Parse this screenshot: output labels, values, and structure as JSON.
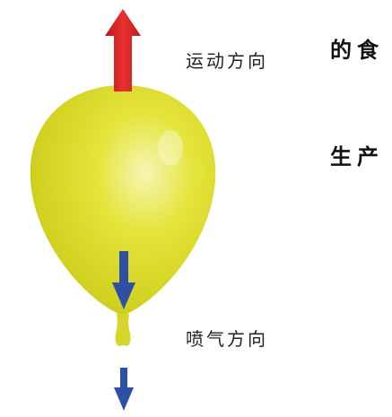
{
  "labels": {
    "motion_direction": "运动方向",
    "exhaust_direction": "喷气方向"
  },
  "cropped_text": {
    "top_right": "的食",
    "mid_right": "生产"
  },
  "icons": {
    "up_arrow": "red-up-arrow-icon",
    "down_arrows": "blue-down-arrow-icon",
    "balloon": "yellow-balloon"
  },
  "colors": {
    "up_arrow": "#e12a2a",
    "down_arrow": "#2f4fa6",
    "balloon": "#dcdc32",
    "balloon_highlight": "#f4f4a8",
    "balloon_shadow": "#b8b822"
  }
}
